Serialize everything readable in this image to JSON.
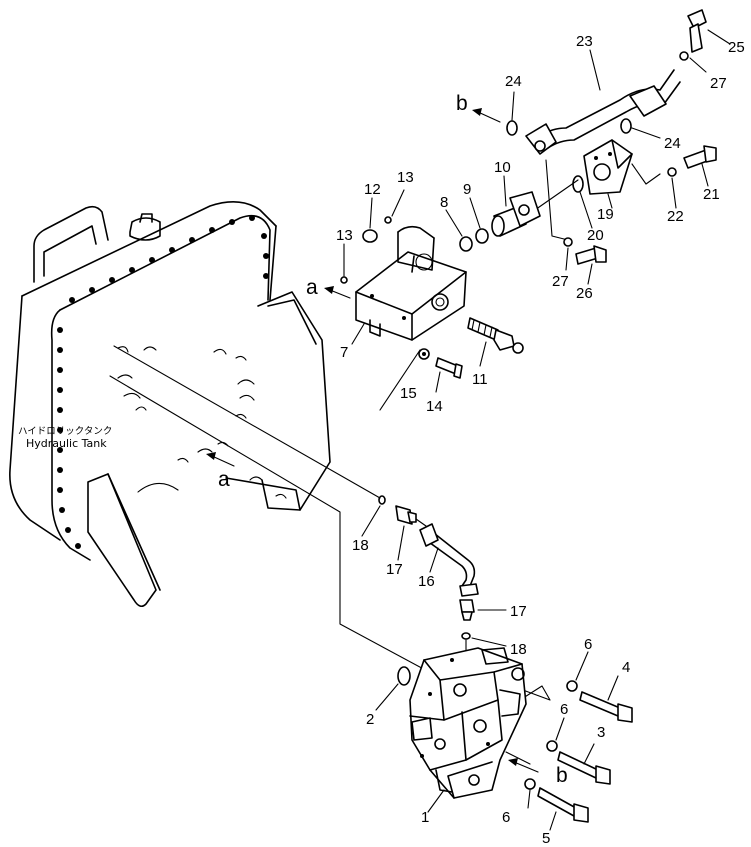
{
  "diagram": {
    "tank_label_jp": "ハイドロリックタンク",
    "tank_label_en": "Hydraulic  Tank",
    "connection_letters": {
      "a": "a",
      "b": "b"
    },
    "part_numbers": [
      "1",
      "2",
      "3",
      "4",
      "5",
      "6",
      "7",
      "8",
      "9",
      "10",
      "11",
      "12",
      "13",
      "14",
      "15",
      "16",
      "17",
      "18",
      "19",
      "20",
      "21",
      "22",
      "23",
      "24",
      "25",
      "26",
      "27"
    ]
  }
}
